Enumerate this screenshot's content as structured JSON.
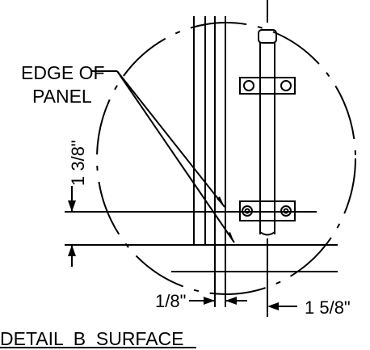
{
  "drawing": {
    "callout_line1": "EDGE OF",
    "callout_line2": "PANEL",
    "dim_vertical": "1 3/8\"",
    "dim_small": "1/8\"",
    "dim_right": "1 5/8\"",
    "title": "DETAIL  B  SURFACE"
  },
  "colors": {
    "ink": "#000000",
    "paper": "#ffffff"
  }
}
